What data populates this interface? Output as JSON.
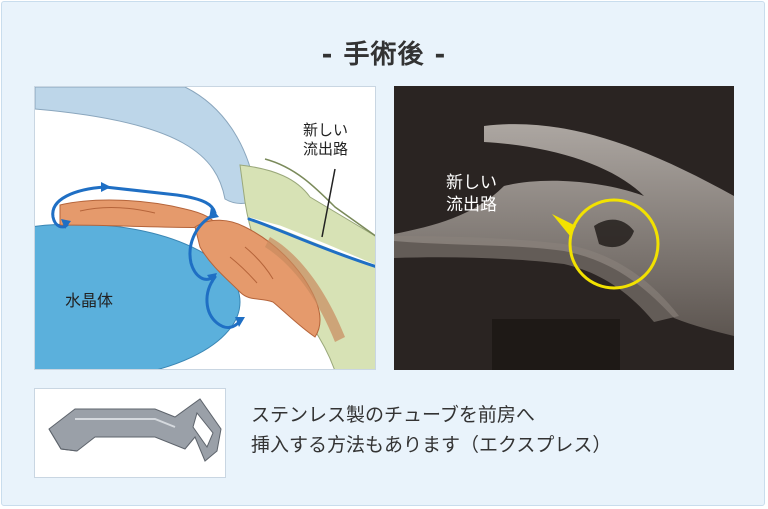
{
  "title": "- 手術後 -",
  "diagram": {
    "new_outflow_label_line1": "新しい",
    "new_outflow_label_line2": "流出路",
    "lens_label": "水晶体"
  },
  "oct_image": {
    "new_outflow_label_line1": "新しい",
    "new_outflow_label_line2": "流出路"
  },
  "description": {
    "line1": "ステンレス製のチューブを前房へ",
    "line2": "挿入する方法もあります（エクスプレス）"
  },
  "colors": {
    "background": "#e9f3fb",
    "flow_arrow": "#1f6fc4",
    "lens": "#5bb0dc",
    "highlight_circle": "#f2e200"
  }
}
